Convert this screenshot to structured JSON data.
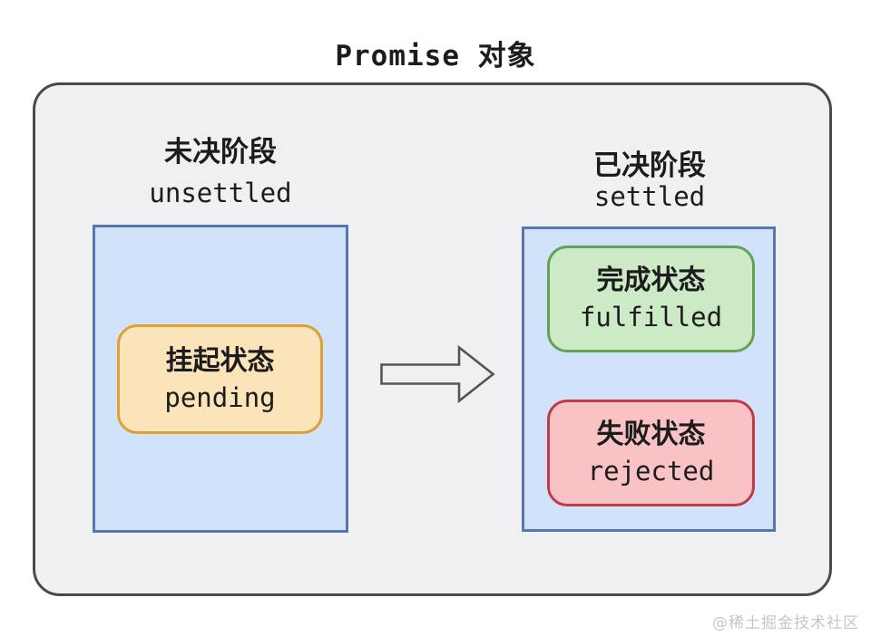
{
  "title": "Promise 对象",
  "unsettled": {
    "phase_cn": "未决阶段",
    "phase_en": "unsettled",
    "pending_cn": "挂起状态",
    "pending_en": "pending"
  },
  "settled": {
    "phase_cn": "已决阶段",
    "phase_en": "settled",
    "fulfilled_cn": "完成状态",
    "fulfilled_en": "fulfilled",
    "rejected_cn": "失败状态",
    "rejected_en": "rejected"
  },
  "watermark": "@稀土掘金技术社区",
  "colors": {
    "text": "#1c1c1c",
    "container_fill": "#f0f0f2",
    "container_border": "#4a4a4a",
    "stage_fill": "#d1e3fb",
    "stage_border": "#5778ab",
    "pending_fill": "#fbe3ba",
    "pending_border": "#dda032",
    "fulfilled_fill": "#cdeac6",
    "fulfilled_border": "#61a255",
    "rejected_fill": "#f9c2c5",
    "rejected_border": "#c13a47",
    "arrow_stroke": "#555555",
    "watermark_text": "#c6c6c6"
  }
}
